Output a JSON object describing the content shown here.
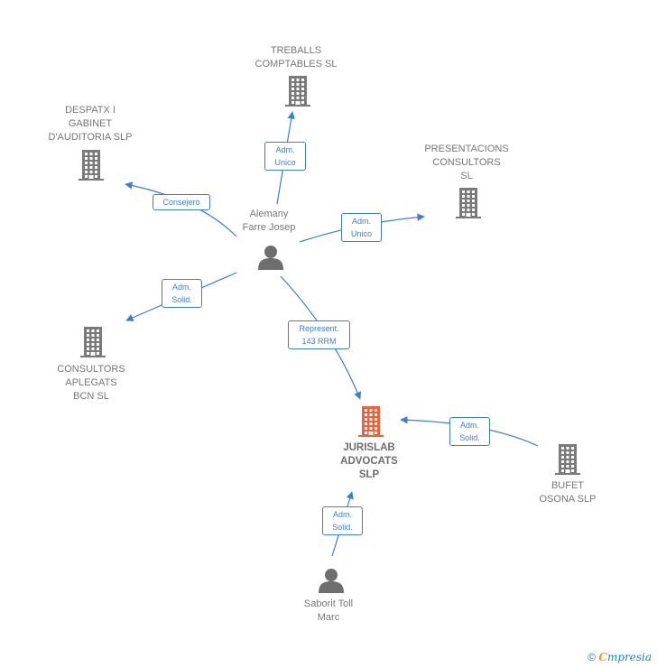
{
  "colors": {
    "edge": "#3b7fd0",
    "company": "#7a7a7a",
    "company_main": "#f0603a",
    "person": "#6e6e6e",
    "label": "#777777"
  },
  "nodes": {
    "treballs": {
      "label": "TREBALLS\nCOMPTABLES SL",
      "icon": "building-icon"
    },
    "despatx": {
      "label": "DESPATX I\nGABINET\nD'AUDITORIA SLP",
      "icon": "building-icon"
    },
    "presentacions": {
      "label": "PRESENTACIONS\nCONSULTORS\nSL",
      "icon": "building-icon"
    },
    "consultors": {
      "label": "CONSULTORS\nAPLEGATS\nBCN  SL",
      "icon": "building-icon"
    },
    "jurislab": {
      "label": "JURISLAB\nADVOCATS\nSLP",
      "icon": "building-icon"
    },
    "bufet": {
      "label": "BUFET\nOSONA SLP",
      "icon": "building-icon"
    },
    "alemany": {
      "label": "Alemany\nFarre Josep",
      "icon": "person-icon"
    },
    "saborit": {
      "label": "Saborit Toll\nMarc",
      "icon": "person-icon"
    }
  },
  "edges": {
    "alemany_treballs": "Adm.\nUnico",
    "alemany_despatx": "Consejero",
    "alemany_presentacions": "Adm.\nUnico",
    "alemany_consultors": "Adm.\nSolid.",
    "alemany_jurislab": "Represent.\n143 RRM",
    "bufet_jurislab": "Adm.\nSolid.",
    "saborit_jurislab": "Adm.\nSolid."
  },
  "footer": {
    "copyright": "©",
    "brand_first": "C",
    "brand_rest": "mpresia"
  }
}
